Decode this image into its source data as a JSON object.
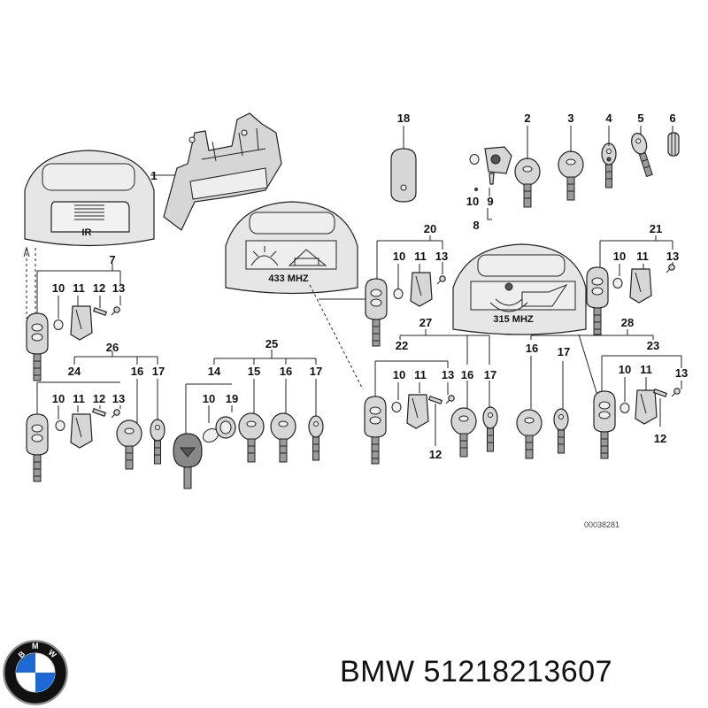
{
  "labels": {
    "n1": "1",
    "n2": "2",
    "n3": "3",
    "n4": "4",
    "n5": "5",
    "n6": "6",
    "n7": "7",
    "n8": "8",
    "n9": "9",
    "n10": "10",
    "n11": "11",
    "n12": "12",
    "n13": "13",
    "n14": "14",
    "n15": "15",
    "n16": "16",
    "n17": "17",
    "n18": "18",
    "n19": "19",
    "n20": "20",
    "n21": "21",
    "n22": "22",
    "n23": "23",
    "n24": "24",
    "n25": "25",
    "n26": "26",
    "n27": "27",
    "n28": "28"
  },
  "tags": {
    "ir": "IR",
    "mhz433": "433 MHZ",
    "mhz315": "315 MHZ"
  },
  "reference": "00038281",
  "logo": {
    "letters": "BMW",
    "colors": {
      "blue": "#1c69d4",
      "ring": "#111111",
      "white": "#ffffff"
    }
  },
  "footer": {
    "brand": "BMW",
    "part_number": "51218213607",
    "text": "BMW 51218213607"
  }
}
